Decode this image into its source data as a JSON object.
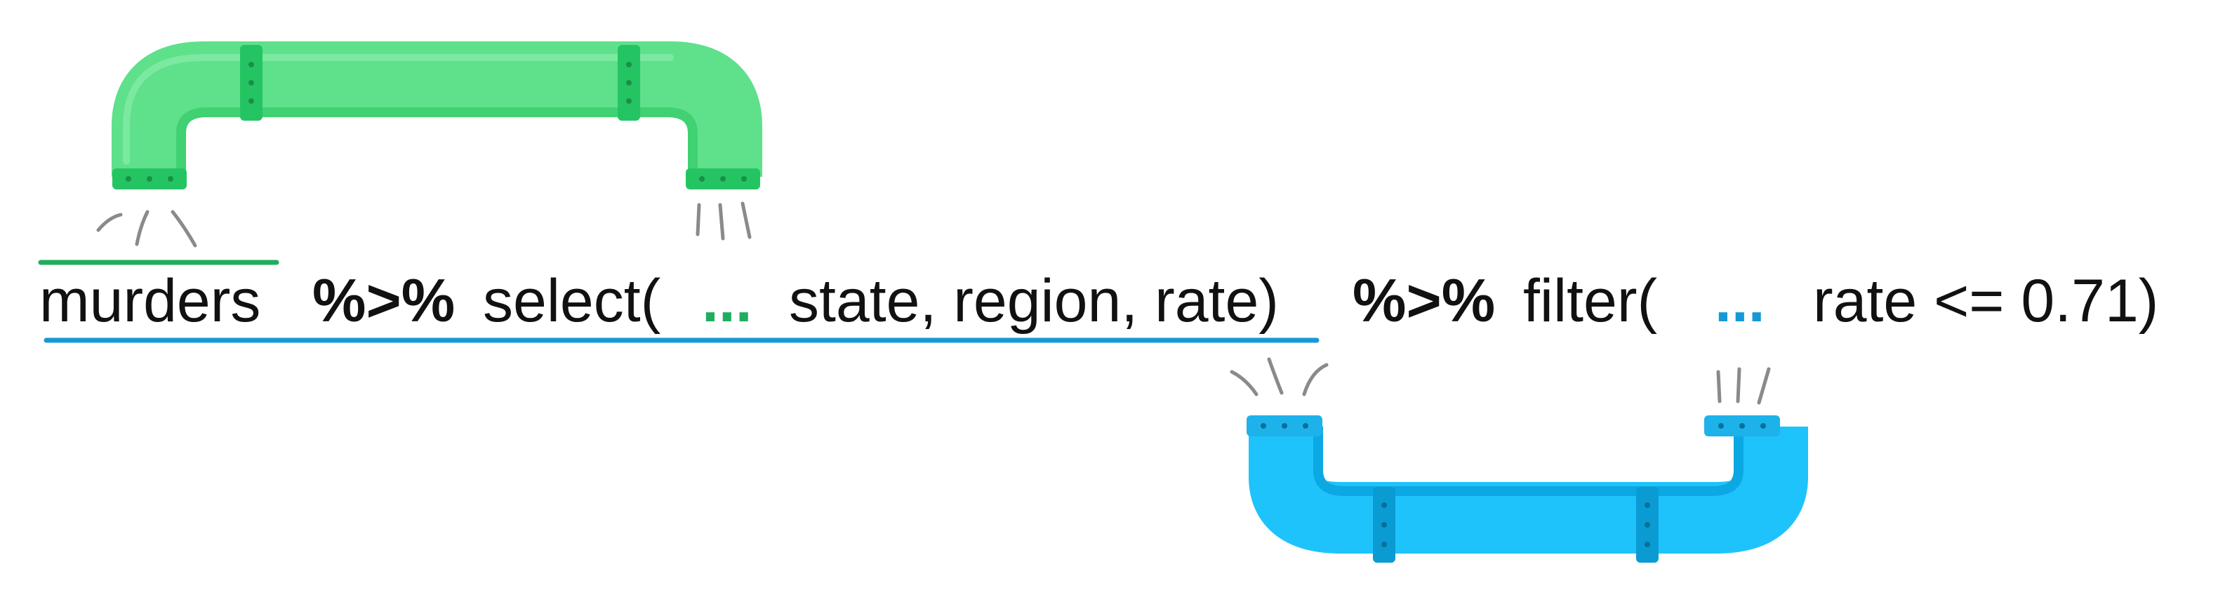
{
  "colors": {
    "green_pipe": "#5FE08A",
    "green_pipe_dark": "#25C463",
    "green_dots": "#1FA35A",
    "blue_pipe": "#1EC3FB",
    "blue_pipe_dark": "#0B9BD3",
    "blue_dots": "#0A8EC7",
    "underline_green": "#1FAE5E",
    "underline_blue": "#1499D6",
    "spray": "#8A8A8A",
    "text": "#111111"
  },
  "icons": [
    "green-pipe-icon",
    "blue-pipe-icon",
    "water-spray-icon"
  ],
  "expression": {
    "source": "murders",
    "pipe_op_1": "%>%",
    "select_call": "select(",
    "placeholder_1": "...",
    "select_args": "state, region, rate)",
    "pipe_op_2": "%>%",
    "filter_call": "filter(",
    "placeholder_2": "...",
    "filter_args": "rate <= 0.71)"
  }
}
